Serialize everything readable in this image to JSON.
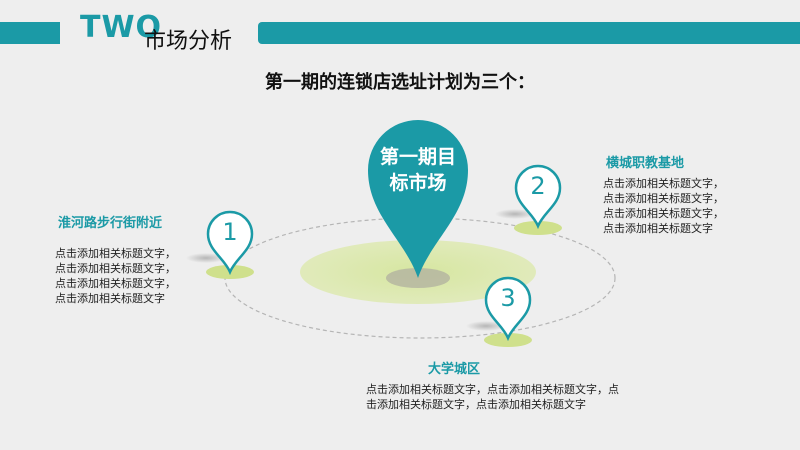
{
  "header": {
    "logo": "TWO",
    "title": "市场分析"
  },
  "main_title": "第一期的连锁店选址计划为三个：",
  "center_pin": {
    "line1": "第一期目",
    "line2": "标市场"
  },
  "locations": [
    {
      "number": "1",
      "name": "淮河路步行街附近",
      "lines": [
        "点击添加相关标题文字，",
        "点击添加相关标题文字，",
        "点击添加相关标题文字，",
        "点击添加相关标题文字"
      ]
    },
    {
      "number": "2",
      "name": "横城职教基地",
      "lines": [
        "点击添加相关标题文字，",
        "点击添加相关标题文字，",
        "点击添加相关标题文字，",
        "点击添加相关标题文字"
      ]
    },
    {
      "number": "3",
      "name": "大学城区",
      "lines": [
        "点击添加相关标题文字，点击添加相关标题文字，点",
        "击添加相关标题文字，点击添加相关标题文字"
      ]
    }
  ],
  "colors": {
    "accent": "#1b9aa6",
    "light_green": "#d6e6a0",
    "background": "#eeeeee"
  }
}
